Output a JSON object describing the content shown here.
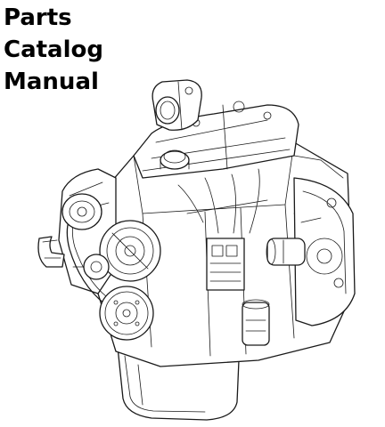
{
  "title": {
    "lines": [
      "Parts",
      "Catalog",
      "Manual"
    ]
  },
  "colors": {
    "background": "#ffffff",
    "text": "#000000",
    "line_art": "#1a1a1a"
  }
}
